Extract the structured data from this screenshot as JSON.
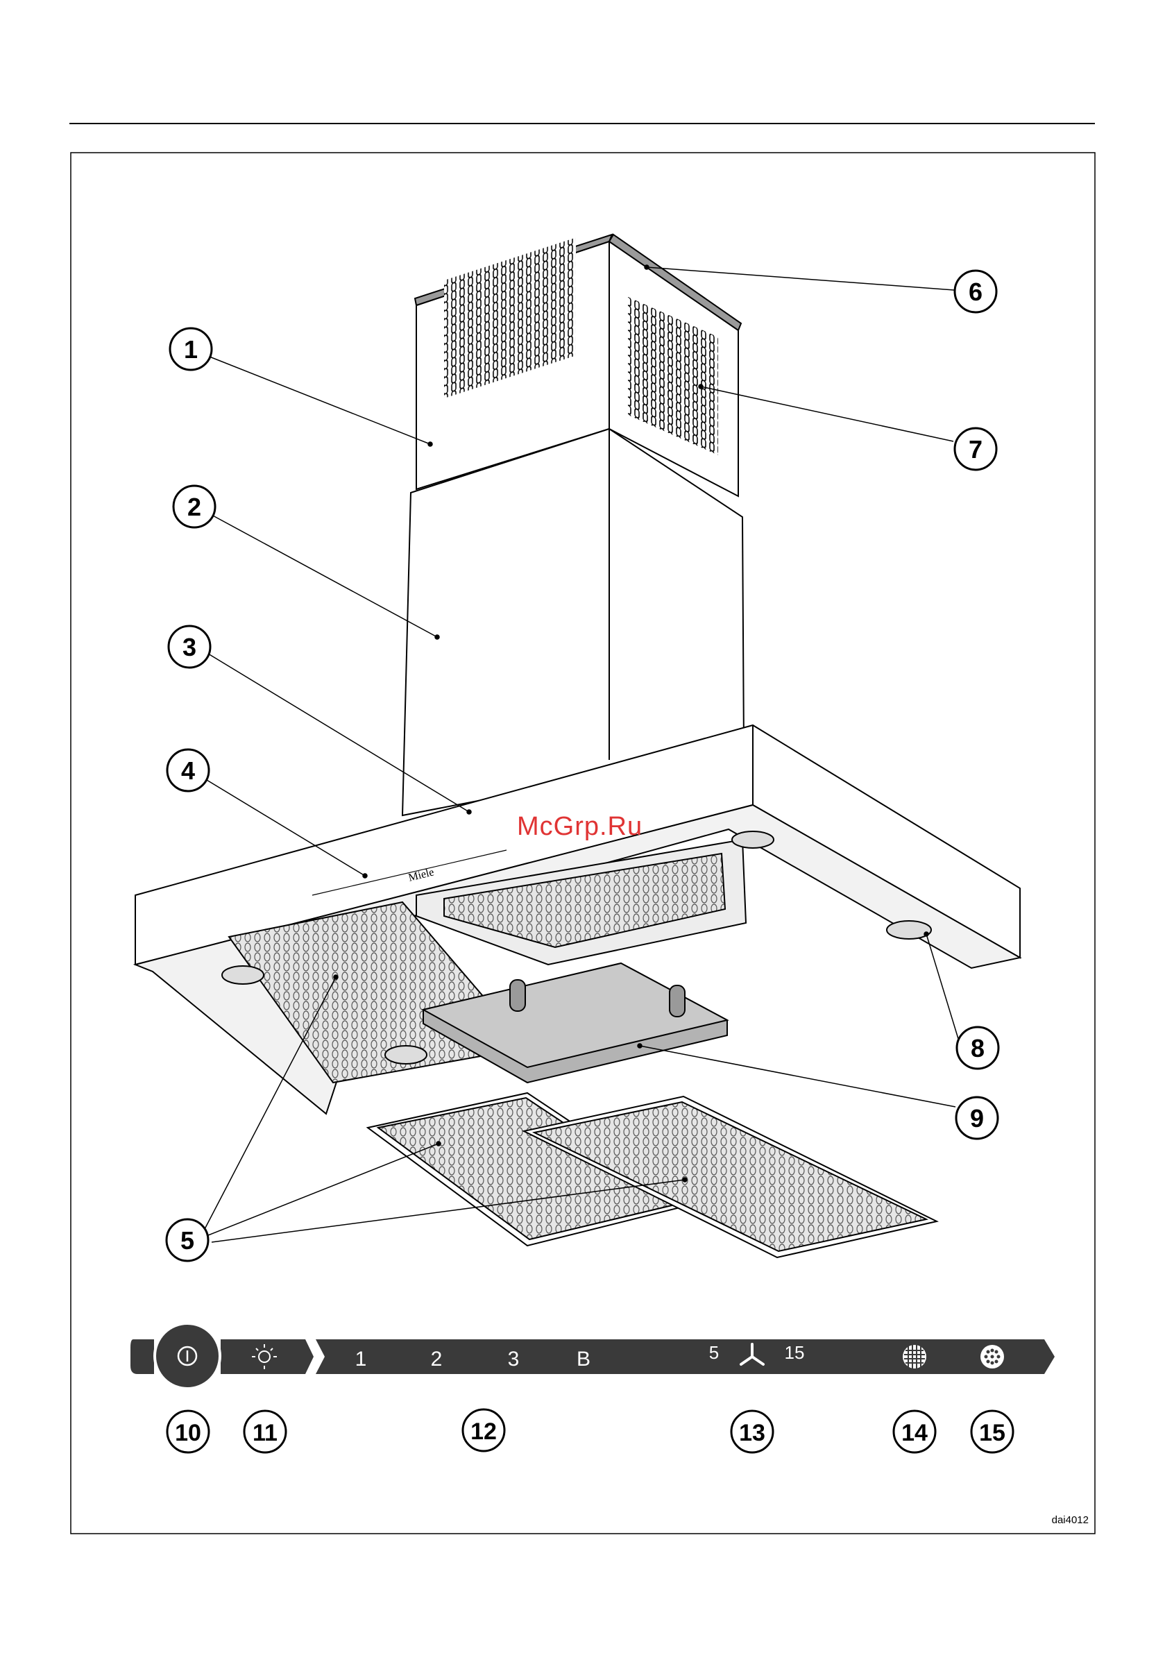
{
  "watermark": "McGrp.Ru",
  "brand_logo": "Miele",
  "figure_id": "dai4012",
  "callouts": [
    {
      "num": "1"
    },
    {
      "num": "2"
    },
    {
      "num": "3"
    },
    {
      "num": "4"
    },
    {
      "num": "5"
    },
    {
      "num": "6"
    },
    {
      "num": "7"
    },
    {
      "num": "8"
    },
    {
      "num": "9"
    },
    {
      "num": "10"
    },
    {
      "num": "11"
    },
    {
      "num": "12"
    },
    {
      "num": "13"
    },
    {
      "num": "14"
    },
    {
      "num": "15"
    }
  ],
  "control_panel": {
    "power_icon": "power-icon",
    "light_icon": "light-icon",
    "fan_levels": [
      "1",
      "2",
      "3",
      "B"
    ],
    "timer_left": "5",
    "timer_right": "15",
    "fan_icon": "fan-icon",
    "grease_filter_icon": "grease-filter-icon",
    "odour_filter_icon": "odour-filter-icon"
  },
  "colors": {
    "panel": "#3a3a3a",
    "filter_fill": "#d9d9d9",
    "odour_filter": "#b3b3b3",
    "watermark": "#e03434"
  }
}
